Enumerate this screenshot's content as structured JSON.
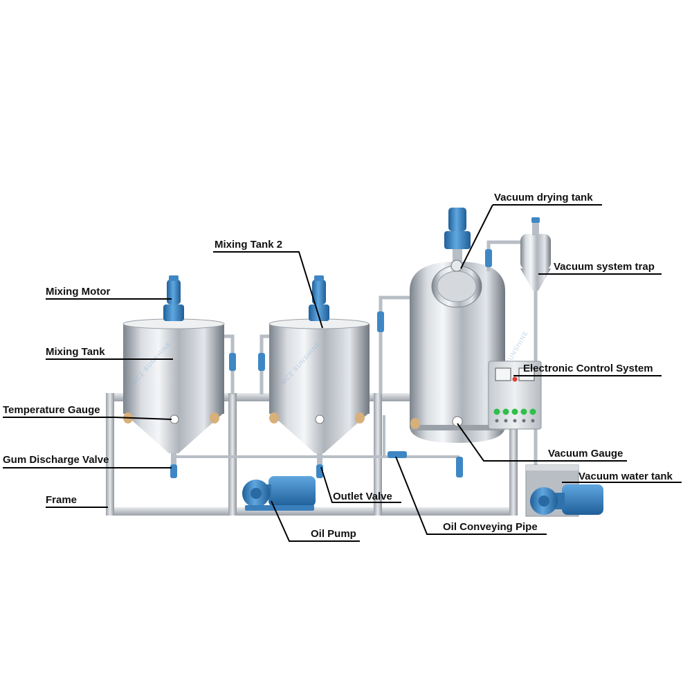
{
  "labels": {
    "mixing_motor": "Mixing Motor",
    "mixing_tank": "Mixing Tank",
    "mixing_tank_2": "Mixing Tank 2",
    "temperature_gauge": "Temperature Gauge",
    "gum_discharge_valve": "Gum Discharge Valve",
    "frame": "Frame",
    "outlet_valve": "Outlet Valve",
    "oil_pump": "Oil Pump",
    "oil_conveying_pipe": "Oil Conveying Pipe",
    "vacuum_drying_tank": "Vacuum drying tank",
    "vacuum_system_trap": "Vacuum system trap",
    "electronic_control_system": "Electronic Control System",
    "vacuum_gauge": "Vacuum Gauge",
    "vacuum_water_tank": "Vacuum water tank"
  },
  "watermark": "MCZ SUNSHINE",
  "colors": {
    "motor_blue": "#3e87c4",
    "steel": "#c9ced4",
    "leader_line": "#000000",
    "indicator_green": "#2fbf4a",
    "indicator_red": "#e03b2e"
  }
}
